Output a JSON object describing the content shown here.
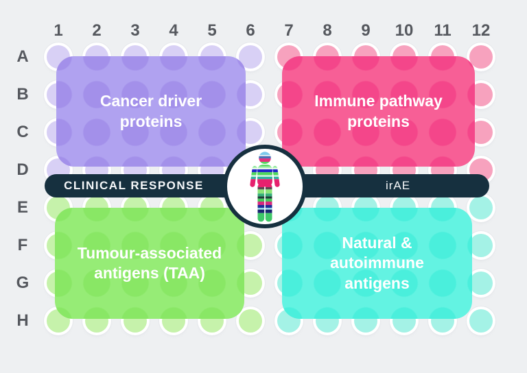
{
  "plate": {
    "columns": [
      "1",
      "2",
      "3",
      "4",
      "5",
      "6",
      "7",
      "8",
      "9",
      "10",
      "11",
      "12"
    ],
    "rows": [
      "A",
      "B",
      "C",
      "D",
      "E",
      "F",
      "G",
      "H"
    ],
    "well_colors": {
      "top_left": "#d8d0f5",
      "top_right": "#f7a2be",
      "bottom_left": "#c6f2ab",
      "bottom_right": "#a4f2e6"
    }
  },
  "quadrants": [
    {
      "id": "top-left",
      "label": "Cancer driver proteins",
      "bg": "#b0a2f0",
      "dot": "#a390ea"
    },
    {
      "id": "top-right",
      "label": "Immune pathway proteins",
      "bg": "#f75f96",
      "dot": "#f4468a"
    },
    {
      "id": "bottom-left",
      "label": "Tumour-associated antigens (TAA)",
      "bg": "#96ec76",
      "dot": "#89e765"
    },
    {
      "id": "bottom-right",
      "label": "Natural & autoimmune antigens",
      "bg": "#63f3e2",
      "dot": "#4aefdc"
    }
  ],
  "banner": {
    "left_label": "CLINICAL RESPONSE",
    "right_label": "irAE",
    "bg": "#16303f"
  },
  "person_icon": {
    "name": "striped-person-icon",
    "ring_color": "#16303f",
    "stripes": [
      [
        "#7cc9ec",
        6
      ],
      [
        "#edf4f6",
        2
      ],
      [
        "#4a6fb5",
        4
      ],
      [
        "#e3307e",
        6
      ],
      [
        "#4fd75a",
        8
      ],
      [
        "#a9eeb2",
        3
      ],
      [
        "#f0f8f0",
        2
      ],
      [
        "#2023c8",
        5
      ],
      [
        "#4fd75a",
        5
      ],
      [
        "#c9f2dc",
        3
      ],
      [
        "#2bb4a0",
        4
      ],
      [
        "#e6216e",
        14
      ],
      [
        "#594a52",
        4
      ],
      [
        "#8de578",
        7
      ],
      [
        "#35ae78",
        5
      ],
      [
        "#1d3f38",
        4
      ],
      [
        "#43cb59",
        5
      ],
      [
        "#d62a7e",
        6
      ],
      [
        "#1c2f99",
        5
      ],
      [
        "#9adbe8",
        3
      ],
      [
        "#1a2470",
        6
      ],
      [
        "#3fc768",
        17
      ]
    ]
  }
}
